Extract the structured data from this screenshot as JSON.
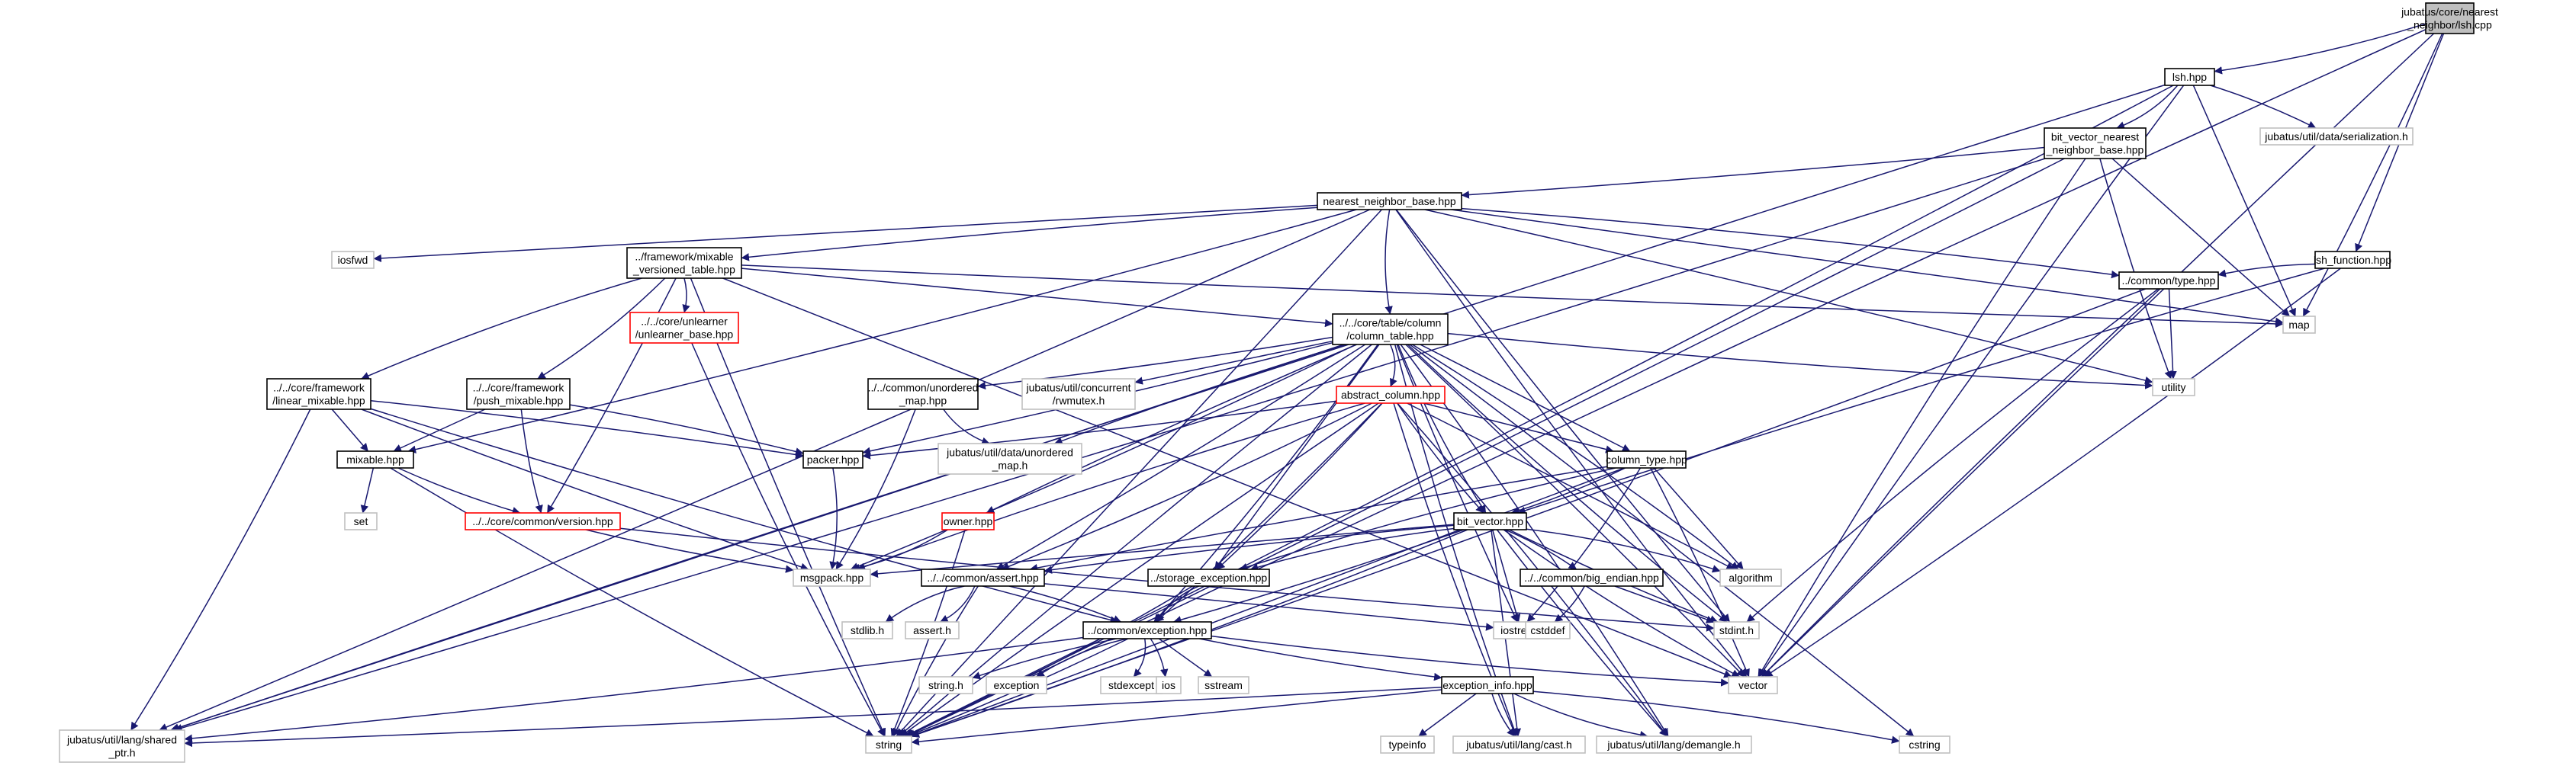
{
  "title": "jubatus/core/nearest_neighbor/lsh.cpp",
  "colors": {
    "edge": "#191970",
    "root_fill": "#bfbfbf",
    "node_border": "#000000",
    "external_border": "#bfbfbf",
    "incomplete_border": "#ff0000",
    "text": "#000000"
  },
  "nodes": [
    {
      "id": "root",
      "lines": [
        "jubatus/core/nearest",
        "_neighbor/lsh.cpp"
      ],
      "kind": "root"
    },
    {
      "id": "lsh_hpp",
      "lines": [
        "lsh.hpp"
      ],
      "kind": "normal"
    },
    {
      "id": "bitvec_nn_base",
      "lines": [
        "bit_vector_nearest",
        "_neighbor_base.hpp"
      ],
      "kind": "normal"
    },
    {
      "id": "serialization_h",
      "lines": [
        "jubatus/util/data/serialization.h"
      ],
      "kind": "external"
    },
    {
      "id": "nn_base",
      "lines": [
        "nearest_neighbor_base.hpp"
      ],
      "kind": "normal"
    },
    {
      "id": "lsh_function",
      "lines": [
        "lsh_function.hpp"
      ],
      "kind": "normal"
    },
    {
      "id": "iosfwd",
      "lines": [
        "iosfwd"
      ],
      "kind": "external"
    },
    {
      "id": "mixable_vt",
      "lines": [
        "../framework/mixable",
        "_versioned_table.hpp"
      ],
      "kind": "normal"
    },
    {
      "id": "unlearner_base",
      "lines": [
        "../../core/unlearner",
        "/unlearner_base.hpp"
      ],
      "kind": "incomplete"
    },
    {
      "id": "column_table",
      "lines": [
        "../../core/table/column",
        "/column_table.hpp"
      ],
      "kind": "normal"
    },
    {
      "id": "map",
      "lines": [
        "map"
      ],
      "kind": "external"
    },
    {
      "id": "common_type",
      "lines": [
        "../common/type.hpp"
      ],
      "kind": "normal"
    },
    {
      "id": "utility",
      "lines": [
        "utility"
      ],
      "kind": "external"
    },
    {
      "id": "linear_mixable",
      "lines": [
        "../../core/framework",
        "/linear_mixable.hpp"
      ],
      "kind": "normal"
    },
    {
      "id": "push_mixable",
      "lines": [
        "../../core/framework",
        "/push_mixable.hpp"
      ],
      "kind": "normal"
    },
    {
      "id": "unordered_map_hpp",
      "lines": [
        "../../common/unordered",
        "_map.hpp"
      ],
      "kind": "normal"
    },
    {
      "id": "rwmutex",
      "lines": [
        "jubatus/util/concurrent",
        "/rwmutex.h"
      ],
      "kind": "external"
    },
    {
      "id": "abstract_column",
      "lines": [
        "abstract_column.hpp"
      ],
      "kind": "incomplete"
    },
    {
      "id": "unordered_map_h",
      "lines": [
        "jubatus/util/data/unordered",
        "_map.h"
      ],
      "kind": "external"
    },
    {
      "id": "mixable_hpp",
      "lines": [
        "mixable.hpp"
      ],
      "kind": "normal"
    },
    {
      "id": "packer",
      "lines": [
        "packer.hpp"
      ],
      "kind": "normal"
    },
    {
      "id": "column_type",
      "lines": [
        "column_type.hpp"
      ],
      "kind": "normal"
    },
    {
      "id": "set",
      "lines": [
        "set"
      ],
      "kind": "external"
    },
    {
      "id": "version",
      "lines": [
        "../../core/common/version.hpp"
      ],
      "kind": "incomplete"
    },
    {
      "id": "owner",
      "lines": [
        "owner.hpp"
      ],
      "kind": "incomplete"
    },
    {
      "id": "bit_vector",
      "lines": [
        "bit_vector.hpp"
      ],
      "kind": "normal"
    },
    {
      "id": "msgpack",
      "lines": [
        "msgpack.hpp"
      ],
      "kind": "external"
    },
    {
      "id": "assert_hpp",
      "lines": [
        "../../common/assert.hpp"
      ],
      "kind": "normal"
    },
    {
      "id": "storage_exc",
      "lines": [
        "../storage_exception.hpp"
      ],
      "kind": "normal"
    },
    {
      "id": "algorithm",
      "lines": [
        "algorithm"
      ],
      "kind": "external"
    },
    {
      "id": "big_endian",
      "lines": [
        "../../common/big_endian.hpp"
      ],
      "kind": "normal"
    },
    {
      "id": "stdlib",
      "lines": [
        "stdlib.h"
      ],
      "kind": "external"
    },
    {
      "id": "assert_h",
      "lines": [
        "assert.h"
      ],
      "kind": "external"
    },
    {
      "id": "common_exc",
      "lines": [
        "../common/exception.hpp"
      ],
      "kind": "normal"
    },
    {
      "id": "iostream",
      "lines": [
        "iostream"
      ],
      "kind": "external"
    },
    {
      "id": "cstddef",
      "lines": [
        "cstddef"
      ],
      "kind": "external"
    },
    {
      "id": "stdint",
      "lines": [
        "stdint.h"
      ],
      "kind": "external"
    },
    {
      "id": "string_h",
      "lines": [
        "string.h"
      ],
      "kind": "external"
    },
    {
      "id": "exception",
      "lines": [
        "exception"
      ],
      "kind": "external"
    },
    {
      "id": "stdexcept",
      "lines": [
        "stdexcept"
      ],
      "kind": "external"
    },
    {
      "id": "ios",
      "lines": [
        "ios"
      ],
      "kind": "external"
    },
    {
      "id": "sstream",
      "lines": [
        "sstream"
      ],
      "kind": "external"
    },
    {
      "id": "exc_info",
      "lines": [
        "exception_info.hpp"
      ],
      "kind": "normal"
    },
    {
      "id": "vector",
      "lines": [
        "vector"
      ],
      "kind": "external"
    },
    {
      "id": "shared_ptr",
      "lines": [
        "jubatus/util/lang/shared",
        "_ptr.h"
      ],
      "kind": "external"
    },
    {
      "id": "string",
      "lines": [
        "string"
      ],
      "kind": "external"
    },
    {
      "id": "typeinfo",
      "lines": [
        "typeinfo"
      ],
      "kind": "external"
    },
    {
      "id": "cast",
      "lines": [
        "jubatus/util/lang/cast.h"
      ],
      "kind": "external"
    },
    {
      "id": "demangle",
      "lines": [
        "jubatus/util/lang/demangle.h"
      ],
      "kind": "external"
    },
    {
      "id": "cstring",
      "lines": [
        "cstring"
      ],
      "kind": "external"
    }
  ],
  "edges": [
    [
      "root",
      "lsh_hpp"
    ],
    [
      "root",
      "map"
    ],
    [
      "root",
      "lsh_function"
    ],
    [
      "root",
      "vector"
    ],
    [
      "root",
      "string"
    ],
    [
      "lsh_hpp",
      "bitvec_nn_base"
    ],
    [
      "lsh_hpp",
      "serialization_h"
    ],
    [
      "lsh_hpp",
      "map"
    ],
    [
      "lsh_hpp",
      "vector"
    ],
    [
      "lsh_hpp",
      "shared_ptr"
    ],
    [
      "lsh_hpp",
      "string"
    ],
    [
      "bitvec_nn_base",
      "nn_base"
    ],
    [
      "bitvec_nn_base",
      "map"
    ],
    [
      "bitvec_nn_base",
      "utility"
    ],
    [
      "bitvec_nn_base",
      "vector"
    ],
    [
      "bitvec_nn_base",
      "shared_ptr"
    ],
    [
      "bitvec_nn_base",
      "string"
    ],
    [
      "nn_base",
      "iosfwd"
    ],
    [
      "nn_base",
      "mixable_vt"
    ],
    [
      "nn_base",
      "column_table"
    ],
    [
      "nn_base",
      "common_type"
    ],
    [
      "nn_base",
      "utility"
    ],
    [
      "nn_base",
      "map"
    ],
    [
      "nn_base",
      "stdint"
    ],
    [
      "nn_base",
      "vector"
    ],
    [
      "nn_base",
      "mixable_hpp"
    ],
    [
      "nn_base",
      "shared_ptr"
    ],
    [
      "nn_base",
      "string"
    ],
    [
      "lsh_function",
      "common_type"
    ],
    [
      "lsh_function",
      "bit_vector"
    ],
    [
      "lsh_function",
      "vector"
    ],
    [
      "mixable_vt",
      "unlearner_base"
    ],
    [
      "mixable_vt",
      "column_table"
    ],
    [
      "mixable_vt",
      "map"
    ],
    [
      "mixable_vt",
      "linear_mixable"
    ],
    [
      "mixable_vt",
      "push_mixable"
    ],
    [
      "mixable_vt",
      "version"
    ],
    [
      "mixable_vt",
      "vector"
    ],
    [
      "mixable_vt",
      "string"
    ],
    [
      "unlearner_base",
      "string"
    ],
    [
      "column_table",
      "abstract_column"
    ],
    [
      "column_table",
      "unordered_map_hpp"
    ],
    [
      "column_table",
      "rwmutex"
    ],
    [
      "column_table",
      "unordered_map_h"
    ],
    [
      "column_table",
      "utility"
    ],
    [
      "column_table",
      "algorithm"
    ],
    [
      "column_table",
      "packer"
    ],
    [
      "column_table",
      "column_type"
    ],
    [
      "column_table",
      "owner"
    ],
    [
      "column_table",
      "bit_vector"
    ],
    [
      "column_table",
      "msgpack"
    ],
    [
      "column_table",
      "assert_hpp"
    ],
    [
      "column_table",
      "storage_exc"
    ],
    [
      "column_table",
      "iostream"
    ],
    [
      "column_table",
      "stdint"
    ],
    [
      "column_table",
      "common_exc"
    ],
    [
      "column_table",
      "vector"
    ],
    [
      "column_table",
      "shared_ptr"
    ],
    [
      "column_table",
      "string"
    ],
    [
      "column_table",
      "cast"
    ],
    [
      "column_table",
      "demangle"
    ],
    [
      "column_table",
      "cstring"
    ],
    [
      "common_type",
      "utility"
    ],
    [
      "common_type",
      "vector"
    ],
    [
      "common_type",
      "stdint"
    ],
    [
      "common_type",
      "string"
    ],
    [
      "linear_mixable",
      "packer"
    ],
    [
      "linear_mixable",
      "mixable_hpp"
    ],
    [
      "linear_mixable",
      "msgpack"
    ],
    [
      "linear_mixable",
      "common_exc"
    ],
    [
      "linear_mixable",
      "shared_ptr"
    ],
    [
      "push_mixable",
      "packer"
    ],
    [
      "push_mixable",
      "mixable_hpp"
    ],
    [
      "push_mixable",
      "version"
    ],
    [
      "unordered_map_hpp",
      "unordered_map_h"
    ],
    [
      "unordered_map_hpp",
      "msgpack"
    ],
    [
      "abstract_column",
      "packer"
    ],
    [
      "abstract_column",
      "column_type"
    ],
    [
      "abstract_column",
      "bit_vector"
    ],
    [
      "abstract_column",
      "msgpack"
    ],
    [
      "abstract_column",
      "assert_hpp"
    ],
    [
      "abstract_column",
      "storage_exc"
    ],
    [
      "abstract_column",
      "algorithm"
    ],
    [
      "abstract_column",
      "string"
    ],
    [
      "abstract_column",
      "cast"
    ],
    [
      "abstract_column",
      "demangle"
    ],
    [
      "abstract_column",
      "common_exc"
    ],
    [
      "mixable_hpp",
      "set"
    ],
    [
      "mixable_hpp",
      "version"
    ],
    [
      "mixable_hpp",
      "string"
    ],
    [
      "packer",
      "msgpack"
    ],
    [
      "column_type",
      "bit_vector"
    ],
    [
      "column_type",
      "algorithm"
    ],
    [
      "column_type",
      "assert_hpp"
    ],
    [
      "column_type",
      "storage_exc"
    ],
    [
      "column_type",
      "iostream"
    ],
    [
      "column_type",
      "vector"
    ],
    [
      "column_type",
      "string"
    ],
    [
      "version",
      "msgpack"
    ],
    [
      "version",
      "stdint"
    ],
    [
      "owner",
      "msgpack"
    ],
    [
      "owner",
      "string"
    ],
    [
      "bit_vector",
      "msgpack"
    ],
    [
      "bit_vector",
      "assert_hpp"
    ],
    [
      "bit_vector",
      "storage_exc"
    ],
    [
      "bit_vector",
      "algorithm"
    ],
    [
      "bit_vector",
      "big_endian"
    ],
    [
      "bit_vector",
      "iostream"
    ],
    [
      "bit_vector",
      "stdint"
    ],
    [
      "bit_vector",
      "vector"
    ],
    [
      "bit_vector",
      "string"
    ],
    [
      "bit_vector",
      "common_exc"
    ],
    [
      "bit_vector",
      "cast"
    ],
    [
      "bit_vector",
      "demangle"
    ],
    [
      "assert_hpp",
      "stdlib"
    ],
    [
      "assert_hpp",
      "assert_h"
    ],
    [
      "assert_hpp",
      "common_exc"
    ],
    [
      "assert_hpp",
      "iostream"
    ],
    [
      "assert_hpp",
      "string"
    ],
    [
      "storage_exc",
      "common_exc"
    ],
    [
      "storage_exc",
      "string"
    ],
    [
      "big_endian",
      "cstddef"
    ],
    [
      "big_endian",
      "stdint"
    ],
    [
      "common_exc",
      "string_h"
    ],
    [
      "common_exc",
      "exception"
    ],
    [
      "common_exc",
      "stdexcept"
    ],
    [
      "common_exc",
      "ios"
    ],
    [
      "common_exc",
      "sstream"
    ],
    [
      "common_exc",
      "exc_info"
    ],
    [
      "common_exc",
      "vector"
    ],
    [
      "common_exc",
      "shared_ptr"
    ],
    [
      "common_exc",
      "string"
    ],
    [
      "exc_info",
      "typeinfo"
    ],
    [
      "exc_info",
      "cast"
    ],
    [
      "exc_info",
      "demangle"
    ],
    [
      "exc_info",
      "cstring"
    ],
    [
      "exc_info",
      "shared_ptr"
    ],
    [
      "exc_info",
      "string"
    ]
  ]
}
